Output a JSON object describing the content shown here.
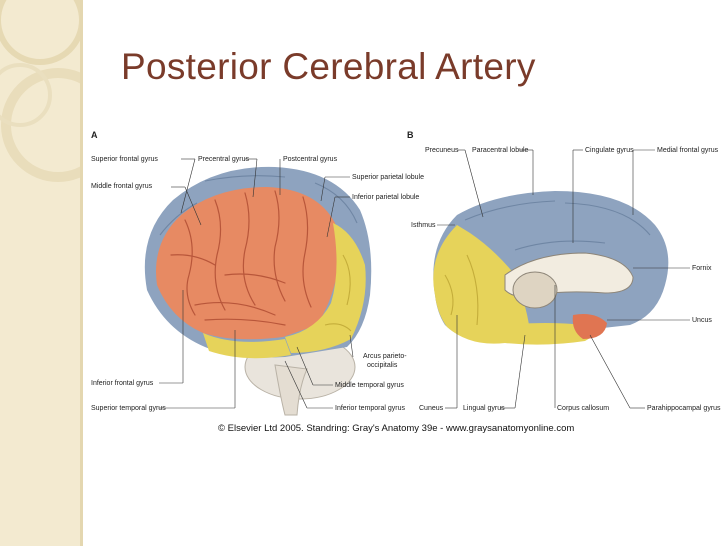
{
  "slide": {
    "title": "Posterior Cerebral Artery"
  },
  "figure": {
    "panel_a": "A",
    "panel_b": "B",
    "labels_a": {
      "superior_frontal_gyrus": "Superior frontal gyrus",
      "middle_frontal_gyrus": "Middle frontal gyrus",
      "precentral_gyrus": "Precentral gyrus",
      "postcentral_gyrus": "Postcentral gyrus",
      "superior_parietal_lobule": "Superior parietal lobule",
      "inferior_parietal_lobule": "Inferior parietal lobule",
      "arcus_line1": "Arcus parieto-",
      "arcus_line2": "occipitalis",
      "inferior_frontal_gyrus": "Inferior frontal gyrus",
      "superior_temporal_gyrus": "Superior temporal gyrus",
      "middle_temporal_gyrus": "Middle temporal gyrus",
      "inferior_temporal_gyrus": "Inferior temporal gyrus"
    },
    "labels_b": {
      "precuneus": "Precuneus",
      "paracentral_lobule": "Paracentral lobule",
      "cingulate_gyrus": "Cingulate gyrus",
      "medial_frontal_gyrus": "Medial frontal gyrus",
      "isthmus": "Isthmus",
      "fornix": "Fornix",
      "uncus": "Uncus",
      "cuneus": "Cuneus",
      "lingual_gyrus": "Lingual gyrus",
      "corpus_callosum": "Corpus callosum",
      "parahippocampal_gyrus": "Parahippocampal gyrus"
    },
    "copyright": "© Elsevier Ltd 2005. Standring: Gray's Anatomy 39e - www.graysanatomyonline.com",
    "colors": {
      "frontal_blue": "#8ea3bf",
      "central_orange": "#e78a63",
      "posterior_yellow": "#e6d35a",
      "brainstem": "#e9e4dc"
    }
  }
}
